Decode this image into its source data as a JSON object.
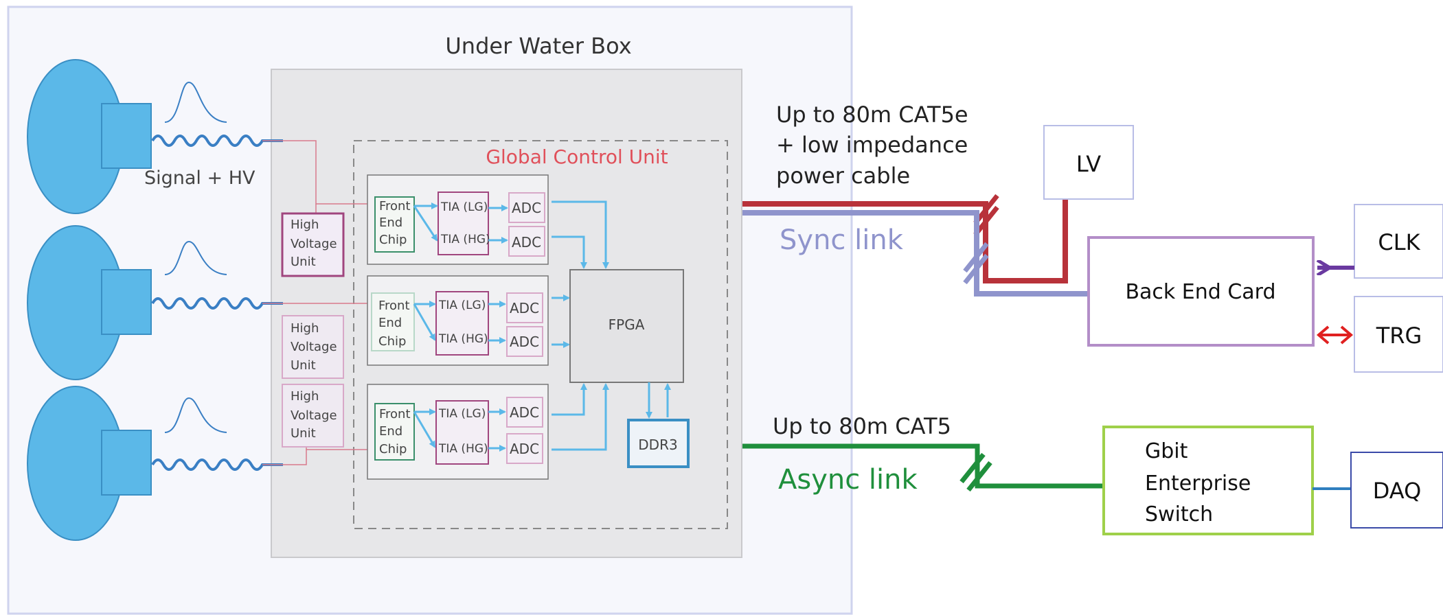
{
  "underwater": {
    "title": "Under Water Box"
  },
  "pmt": {
    "signal_label": "Signal + HV"
  },
  "gcu": {
    "title": "Global Control Unit",
    "hv_unit": [
      "High",
      "Voltage",
      "Unit"
    ],
    "front_end": [
      "Front",
      "End",
      "Chip"
    ],
    "tia_lg": "TIA (LG)",
    "tia_hg": "TIA (HG)",
    "adc": "ADC",
    "fpga": "FPGA",
    "ddr3": "DDR3"
  },
  "links": {
    "cable_top": [
      "Up to 80m CAT5e",
      "+ low impedance",
      "power cable"
    ],
    "sync": "Sync link",
    "cable_bottom": "Up to 80m CAT5",
    "async": "Async link"
  },
  "backend": {
    "lv": "LV",
    "back_end_card": "Back End Card",
    "clk": "CLK",
    "trg": "TRG",
    "switch": [
      "Gbit",
      "Enterprise",
      "Switch"
    ],
    "daq": "DAQ"
  },
  "colors": {
    "pmt": "#5bb8e8",
    "signal": "#3a7fc4",
    "power": "#b8323a",
    "sync": "#8f94cc",
    "async": "#1f8f3c",
    "gcu_label": "#e0505a"
  }
}
